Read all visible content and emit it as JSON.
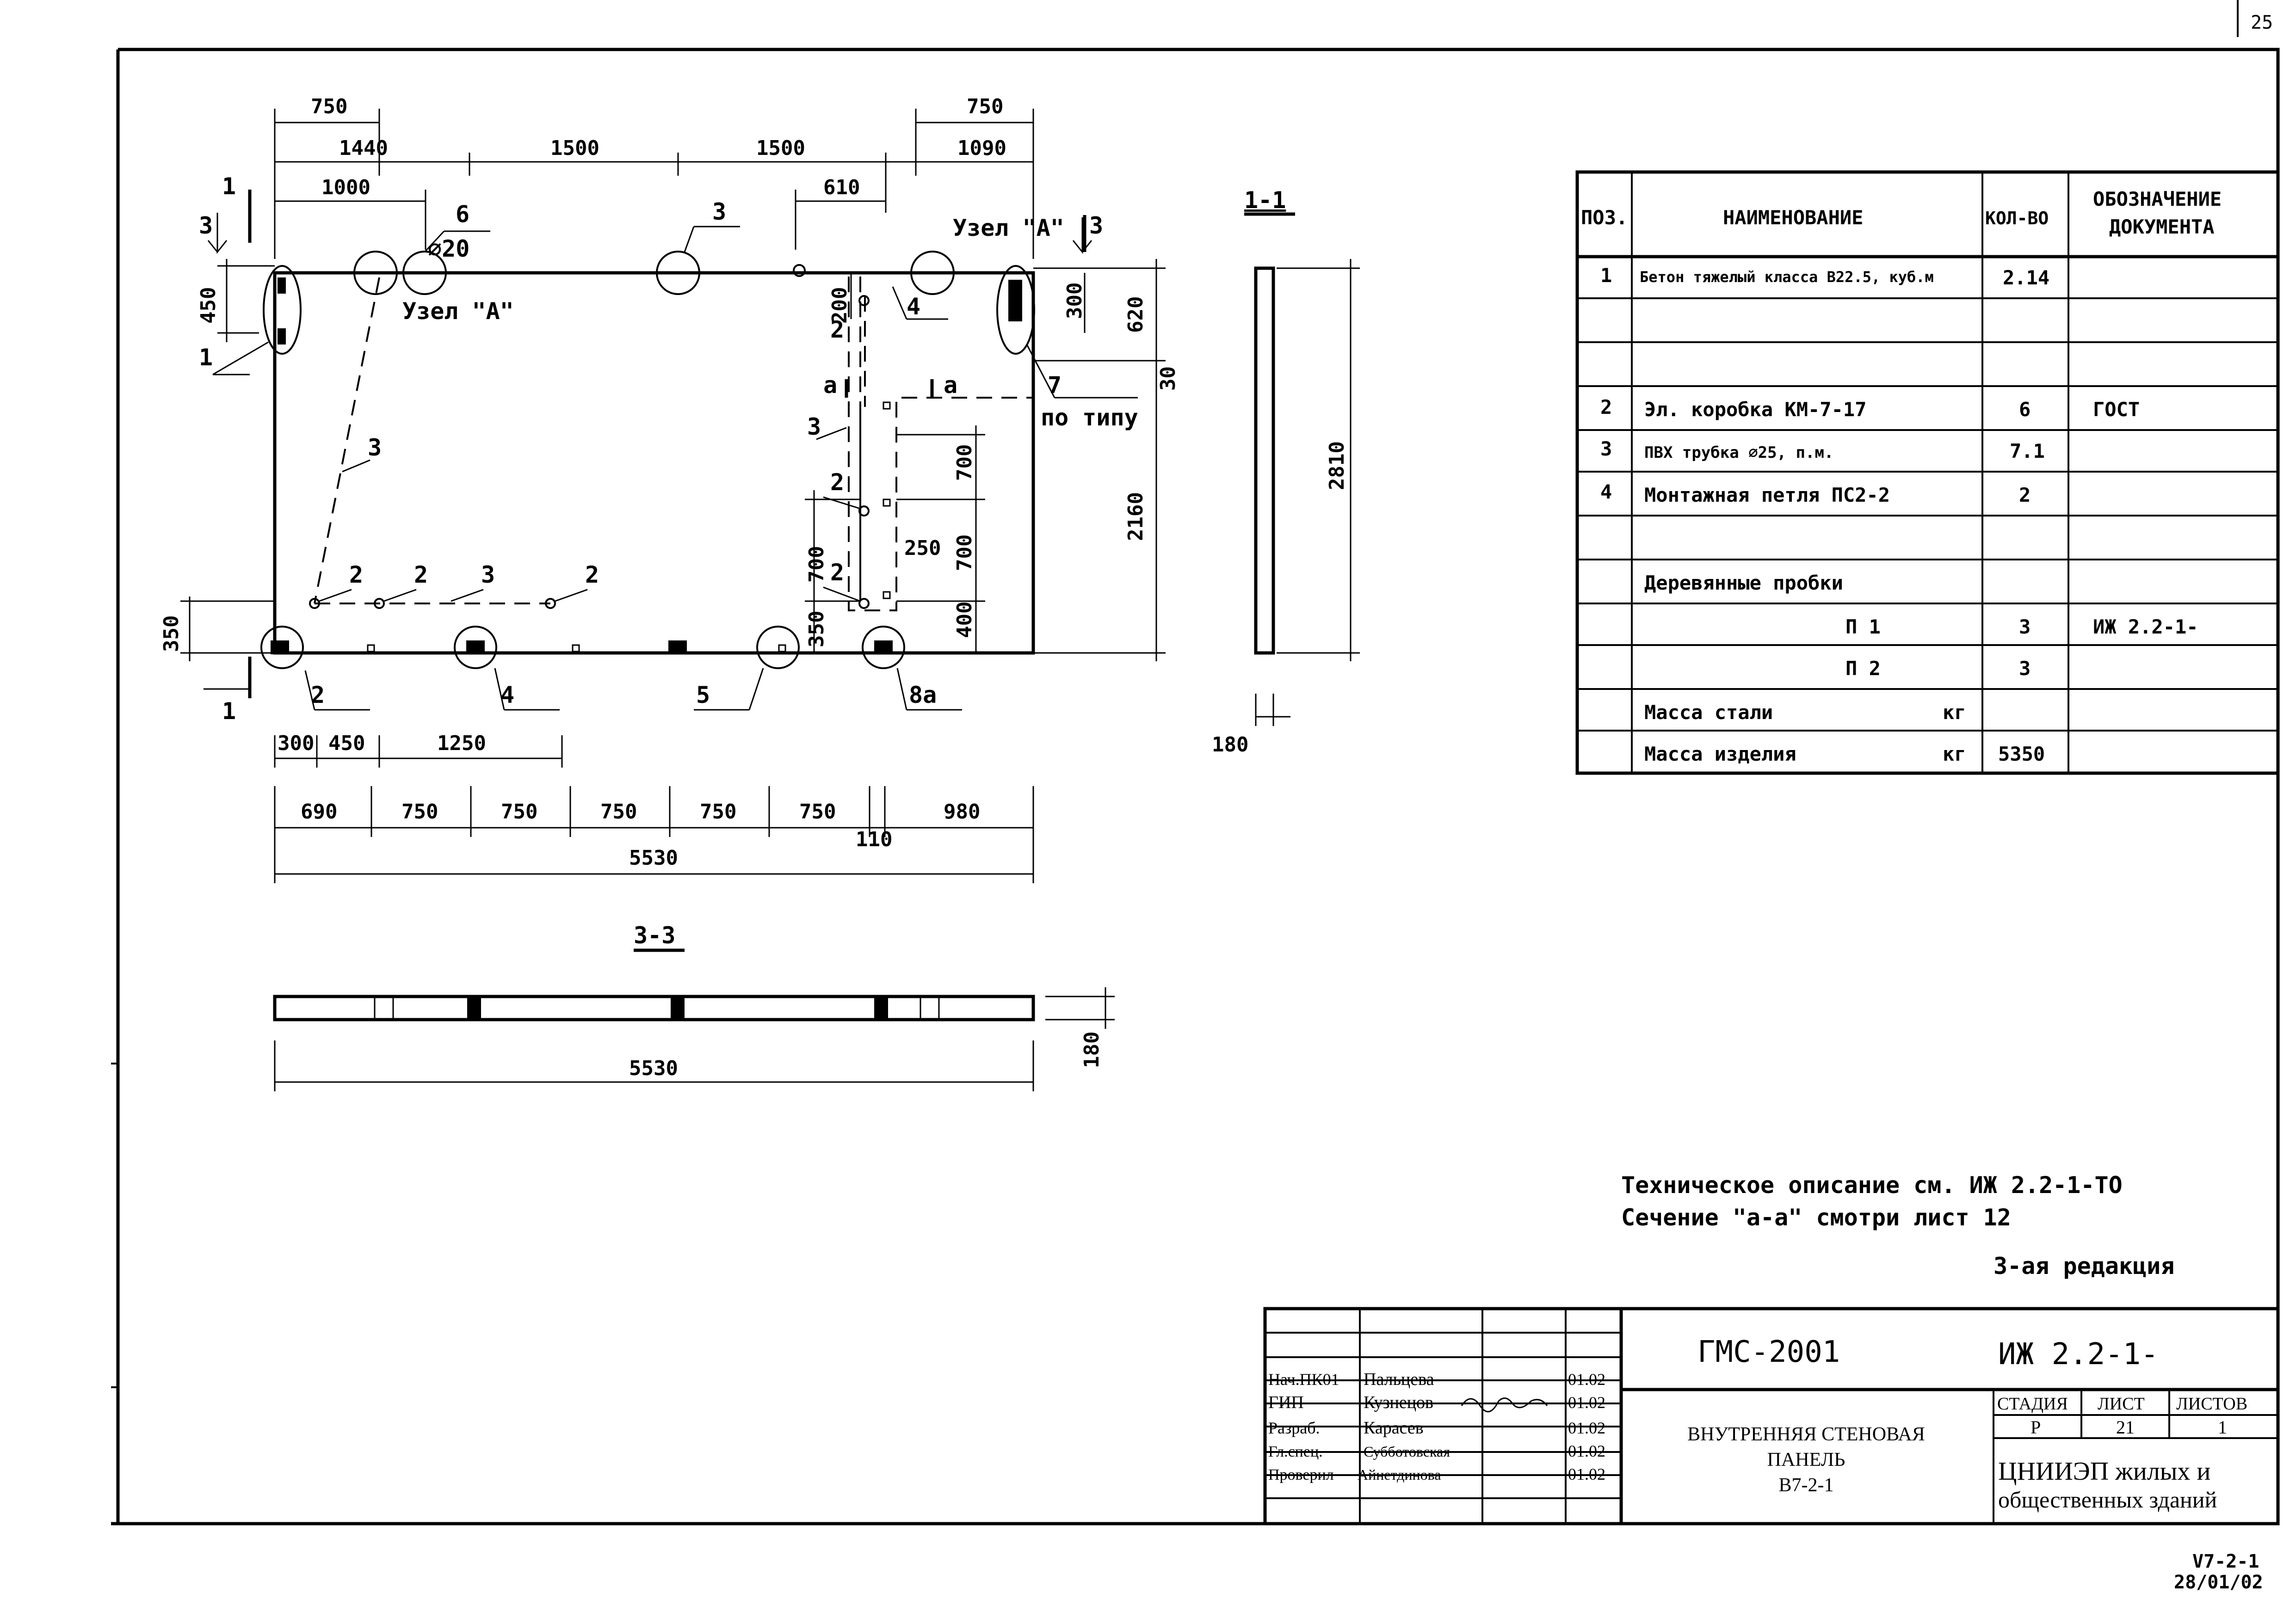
{
  "page_number": "25",
  "plan": {
    "top_dims": [
      "750",
      "1440",
      "1500",
      "1500",
      "1000",
      "610",
      "750",
      "1090"
    ],
    "left_dims": [
      "450",
      "350"
    ],
    "right_dims": [
      "620",
      "300",
      "30",
      "2160",
      "700",
      "700",
      "400",
      "250",
      "700",
      "350",
      "200"
    ],
    "bottom_dims_row1": [
      "300",
      "450",
      "1250"
    ],
    "bottom_dims_row2": [
      "690",
      "750",
      "750",
      "750",
      "750",
      "750",
      "980"
    ],
    "bottom_small": "110",
    "total_width": "5530",
    "callouts": [
      "1",
      "2",
      "3",
      "4",
      "5",
      "6",
      "7",
      "8а"
    ],
    "marks": [
      "2",
      "3",
      "а"
    ],
    "node_label": "Узел \"А\"",
    "diameter": "⌀20",
    "section_mark_1": "1",
    "section_mark_3": "3",
    "po_tipu": "по типу"
  },
  "section_1_1": {
    "title": "1-1",
    "height": "2810",
    "thickness": "180"
  },
  "section_3_3": {
    "title": "3-3",
    "length": "5530",
    "thickness": "180"
  },
  "spec_table": {
    "headers": [
      "ПОЗ.",
      "НАИМЕНОВАНИЕ",
      "КОЛ-ВО",
      "ОБОЗНАЧЕНИЕ ДОКУМЕНТА"
    ],
    "rows": [
      [
        "1",
        "Бетон тяжелый класса В22.5, куб.м",
        "2.14",
        ""
      ],
      [
        "",
        "",
        "",
        ""
      ],
      [
        "",
        "",
        "",
        ""
      ],
      [
        "2",
        "Эл. коробка КМ-7-17",
        "6",
        "ГОСТ"
      ],
      [
        "3",
        "ПВХ трубка ⌀25, п.м.",
        "7.1",
        ""
      ],
      [
        "4",
        "Монтажная петля ПС2-2",
        "2",
        ""
      ],
      [
        "",
        "",
        "",
        ""
      ],
      [
        "",
        "Деревянные пробки",
        "",
        ""
      ],
      [
        "",
        "П 1",
        "3",
        "ИЖ 2.2-1-"
      ],
      [
        "",
        "П 2",
        "3",
        ""
      ],
      [
        "",
        "Масса стали",
        "",
        ""
      ],
      [
        "",
        "Масса изделия",
        "5350",
        ""
      ]
    ],
    "unit_kg": "кг"
  },
  "notes": [
    "Техническое описание  см. ИЖ 2.2-1-ТО",
    "Сечение \"а-а\" смотри лист 12",
    "3-ая редакция"
  ],
  "title_block": {
    "project": "ГМС-2001",
    "code": "ИЖ 2.2-1-",
    "signers": [
      {
        "role": "Нач.ПК01",
        "name": "Пальцева",
        "date": "01.02"
      },
      {
        "role": "ГИП",
        "name": "Кузнецов",
        "date": "01.02"
      },
      {
        "role": "Разраб.",
        "name": "Карасев",
        "date": "01.02"
      },
      {
        "role": "Гл.спец.",
        "name": "Субботовская",
        "date": "01.02"
      },
      {
        "role": "Проверил",
        "name": "Айнетдинова",
        "date": "01.02"
      }
    ],
    "name_lines": [
      "ВНУТРЕННЯЯ СТЕНОВАЯ",
      "ПАНЕЛЬ",
      "В7-2-1"
    ],
    "stage_header": [
      "СТАДИЯ",
      "ЛИСТ",
      "ЛИСТОВ"
    ],
    "stage_values": [
      "Р",
      "21",
      "1"
    ],
    "org_lines": [
      "ЦНИИЭП жилых и",
      "общественных зданий"
    ]
  },
  "stamp": [
    "V7-2-1",
    "28/01/02"
  ]
}
